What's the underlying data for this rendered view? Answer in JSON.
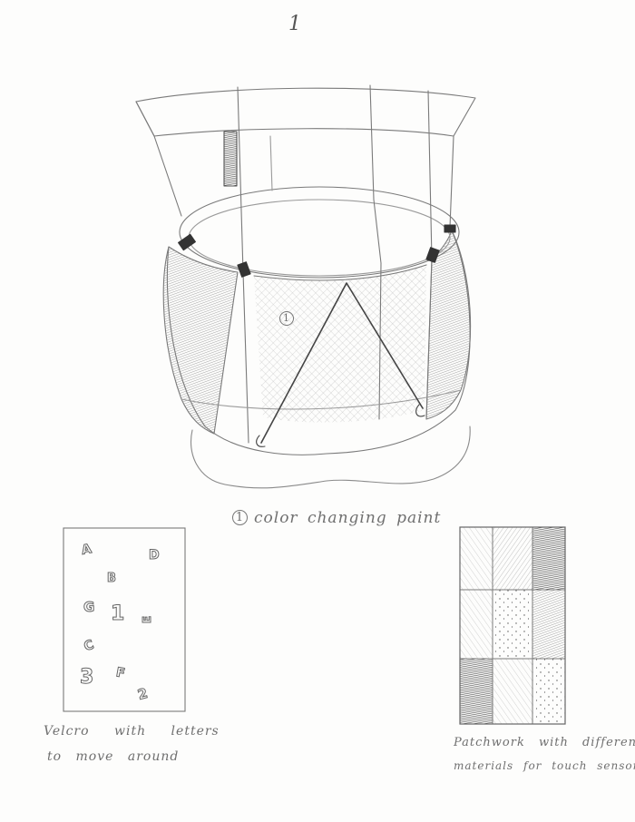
{
  "page_number": "1",
  "marker": "1",
  "main_caption": {
    "marker": "1",
    "text": "color changing paint"
  },
  "velcro_board": {
    "letters": [
      "A",
      "D",
      "B",
      "G",
      "1",
      "E",
      "C",
      "3",
      "F",
      "2"
    ],
    "caption_line1": "Velcro with letters",
    "caption_line2": "to move around"
  },
  "patchwork": {
    "rows": 3,
    "cols": 3,
    "caption_line1": "Patchwork with different",
    "caption_line2": "materials for touch sensory"
  },
  "colors": {
    "pencil": "#6f6f6f",
    "paper": "#fdfdfc"
  }
}
